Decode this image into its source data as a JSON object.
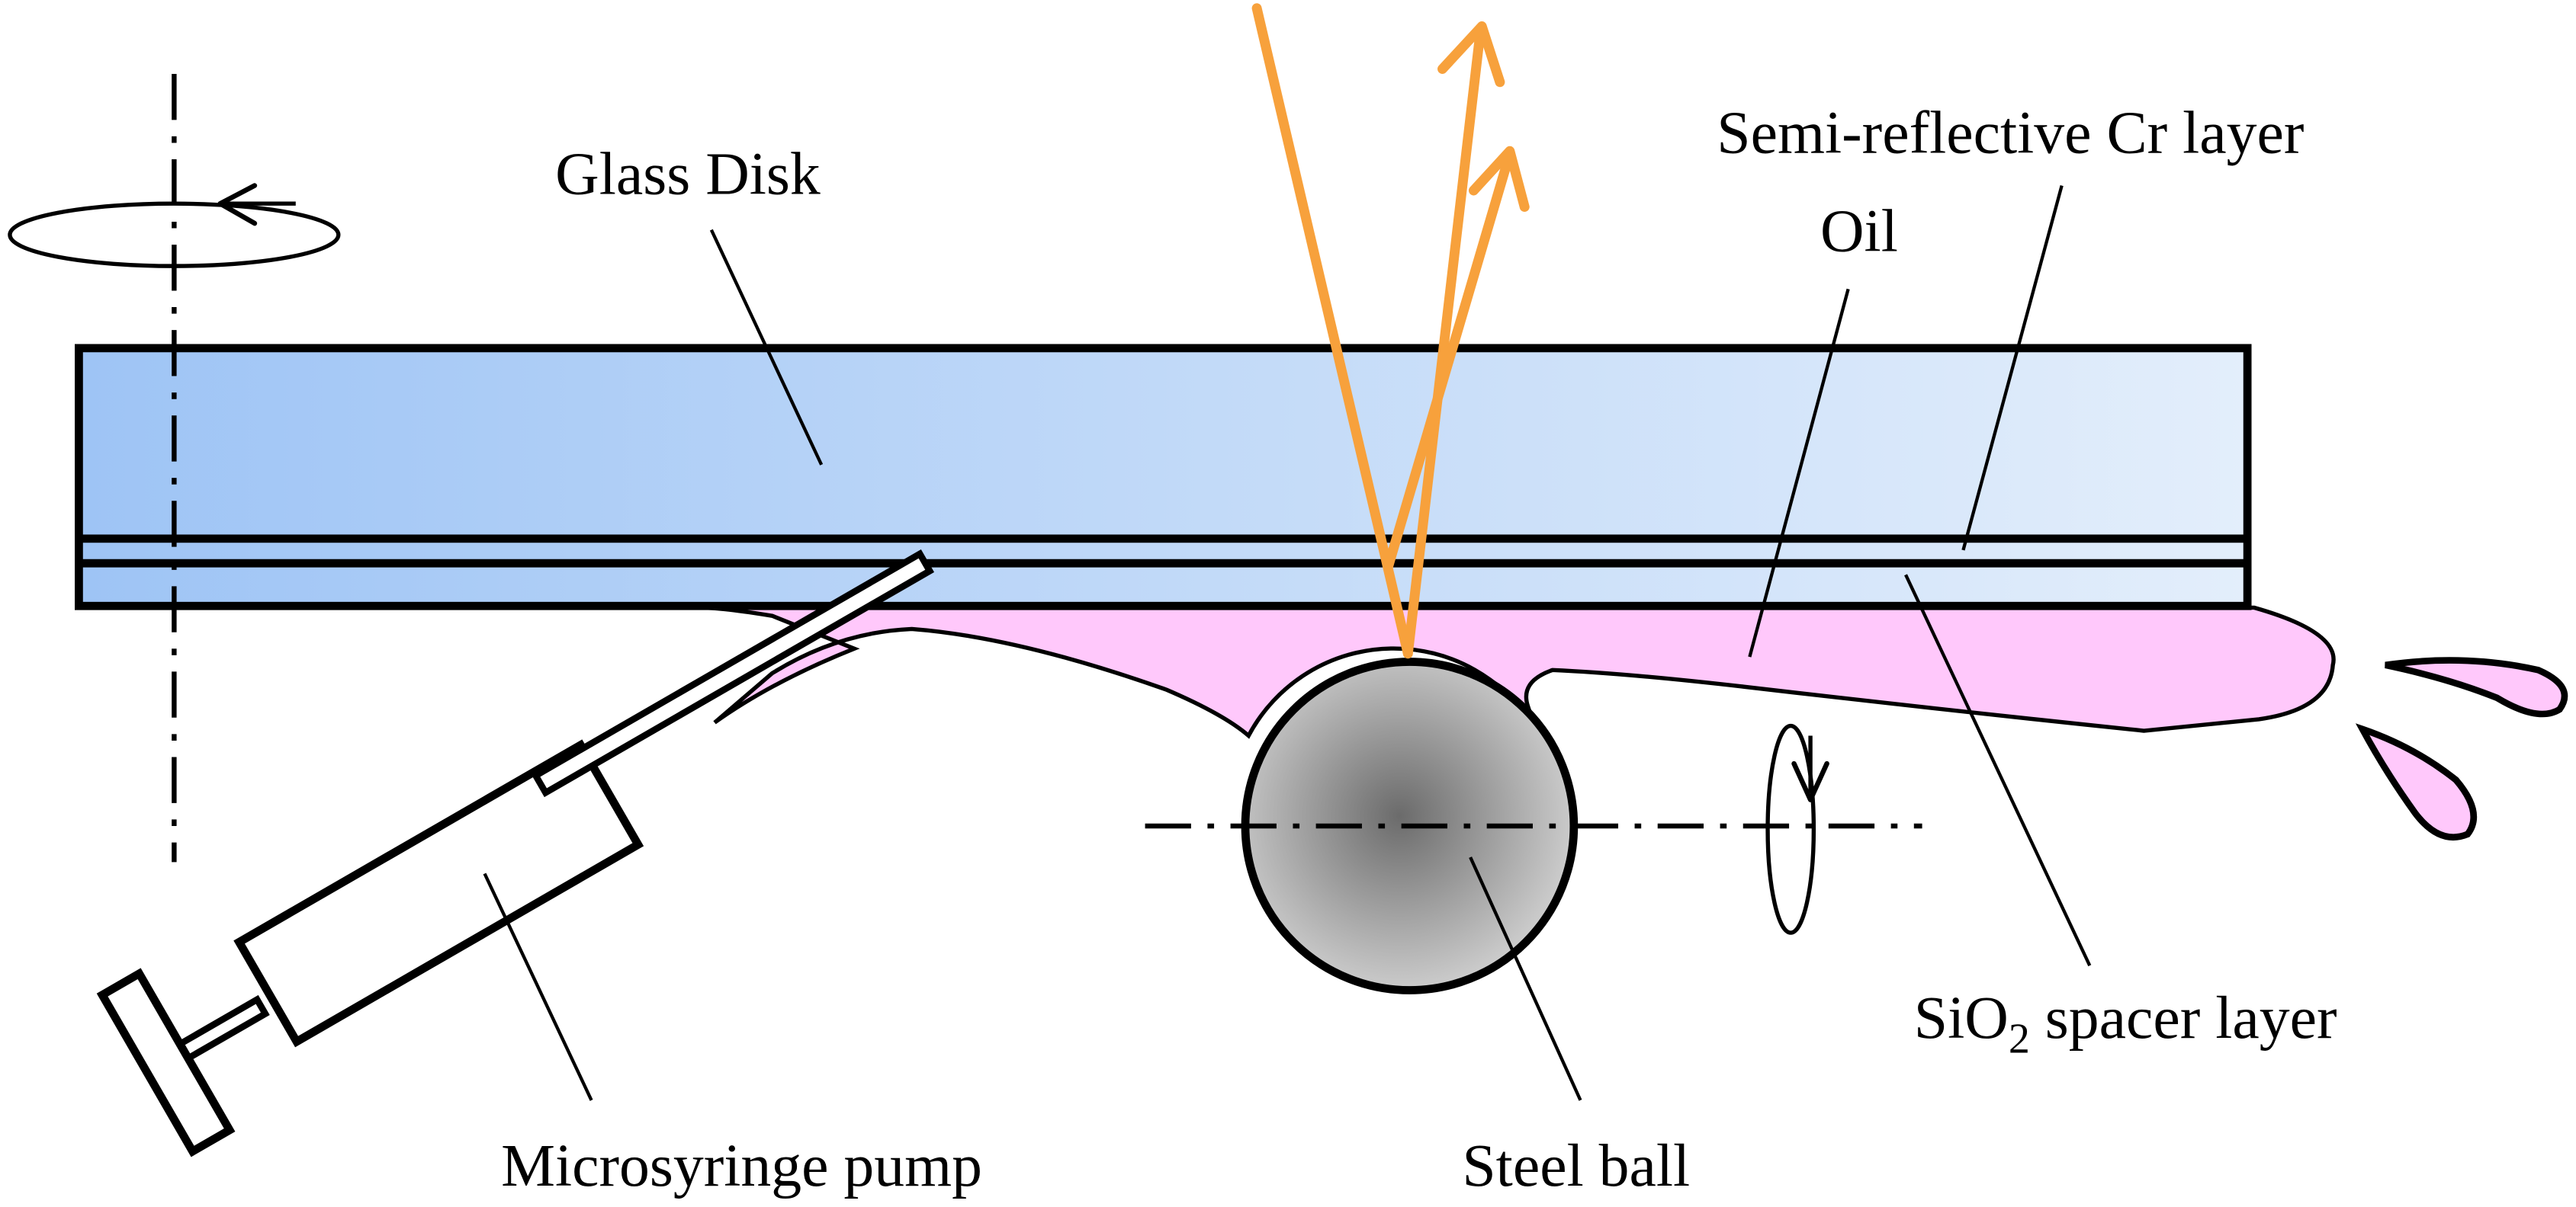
{
  "labels": {
    "glass_disk": "Glass Disk",
    "semi_reflective": "Semi-reflective Cr layer",
    "oil": "Oil",
    "spacer_main": "SiO",
    "spacer_sub": "2",
    "spacer_rest": " spacer layer",
    "microsyringe": "Microsyringe pump",
    "steel_ball": "Steel ball"
  },
  "colors": {
    "glass_left": "#9ec4f5",
    "glass_right": "#e3eefb",
    "oil": "#ffc8fb",
    "ball_center": "#6b6b6b",
    "ball_edge": "#cfcfcf",
    "light_ray": "#f7a13c",
    "line": "#000000"
  },
  "icons": {
    "disk_rotation": "rotation-arrow-icon",
    "ball_rotation": "rotation-arrow-icon"
  }
}
